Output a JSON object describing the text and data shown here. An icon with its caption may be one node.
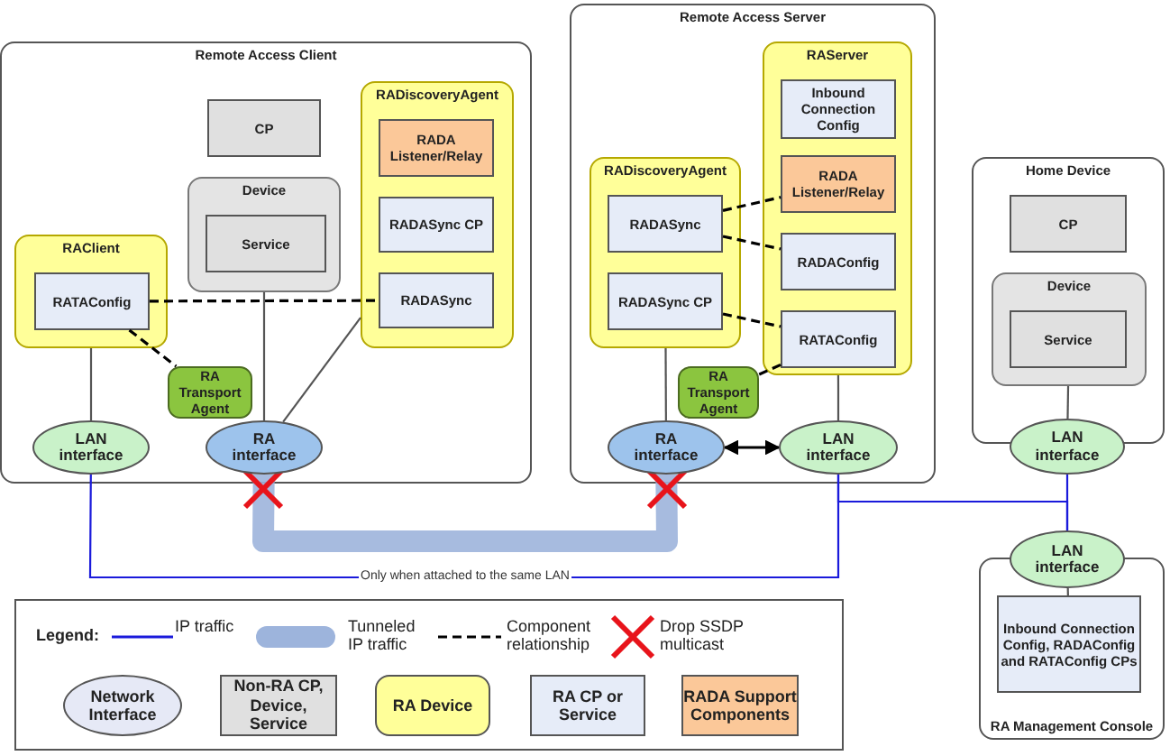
{
  "diagram": {
    "nodes": [
      {
        "text": [
          "Remote Access Client"
        ]
      },
      {
        "text": [
          "CP"
        ],
        "in": 0
      },
      {
        "text": [
          "Device"
        ],
        "in": 0
      },
      {
        "text": [
          "Service"
        ],
        "in": 2
      },
      {
        "text": [
          "RADiscoveryAgent"
        ],
        "in": 0
      },
      {
        "text": [
          "RADA Listener/Relay"
        ],
        "in": 4
      },
      {
        "text": [
          "RADASync CP"
        ],
        "in": 4
      },
      {
        "text": [
          "RADASync"
        ],
        "in": 4
      },
      {
        "text": [
          "RAClient"
        ],
        "in": 0
      },
      {
        "text": [
          "RATAConfig"
        ],
        "in": 8
      },
      {
        "text": [
          "RA Transport Agent"
        ],
        "in": 0
      },
      {
        "text": [
          "LAN interface"
        ],
        "in": 0
      },
      {
        "text": [
          "RA interface"
        ],
        "in": 0
      },
      {
        "text": [
          "Remote Access Server"
        ]
      },
      {
        "text": [
          "RAServer"
        ],
        "in": 13
      },
      {
        "text": [
          "Inbound Connection Config"
        ],
        "in": 14
      },
      {
        "text": [
          "RADA Listener/Relay"
        ],
        "in": 14
      },
      {
        "text": [
          "RADAConfig"
        ],
        "in": 14
      },
      {
        "text": [
          "RATAConfig"
        ],
        "in": 14
      },
      {
        "text": [
          "RADiscoveryAgent"
        ],
        "in": 13
      },
      {
        "text": [
          "RADASync"
        ],
        "in": 19
      },
      {
        "text": [
          "RADASync CP"
        ],
        "in": 19
      },
      {
        "text": [
          "RA Transport Agent"
        ],
        "in": 13
      },
      {
        "text": [
          "RA interface"
        ],
        "in": 13
      },
      {
        "text": [
          "LAN interface"
        ],
        "in": 13
      },
      {
        "text": [
          "Home Device"
        ]
      },
      {
        "text": [
          "CP"
        ],
        "in": 25
      },
      {
        "text": [
          "Device"
        ],
        "in": 25
      },
      {
        "text": [
          "Service"
        ],
        "in": 27
      },
      {
        "text": [
          "LAN interface"
        ]
      },
      {
        "text": [
          "LAN interface"
        ]
      },
      {
        "text": [
          "RA Management Console"
        ]
      },
      {
        "text": [
          "Inbound Connection Config, RADAConfig and RATAConfig CPs"
        ],
        "in": 31
      }
    ],
    "edges": [
      {
        "from": 8,
        "to": 11,
        "arrow": "none"
      },
      {
        "from": 9,
        "to": 7,
        "arrow": "none",
        "style": "dashed",
        "color": "#000000"
      },
      {
        "from": 9,
        "to": 10,
        "arrow": "none",
        "style": "dashed",
        "color": "#000000"
      },
      {
        "from": 2,
        "to": 12,
        "arrow": "none"
      },
      {
        "from": 4,
        "to": 12,
        "arrow": "none"
      },
      {
        "from": 20,
        "to": 16,
        "arrow": "none",
        "style": "dashed",
        "color": "#000000"
      },
      {
        "from": 20,
        "to": 17,
        "arrow": "none",
        "style": "dashed",
        "color": "#000000"
      },
      {
        "from": 21,
        "to": 18,
        "arrow": "none",
        "style": "dashed",
        "color": "#000000"
      },
      {
        "from": 18,
        "to": 22,
        "arrow": "none",
        "style": "dashed",
        "color": "#000000"
      },
      {
        "from": 19,
        "to": 23,
        "arrow": "none"
      },
      {
        "from": 14,
        "to": 24,
        "arrow": "none"
      },
      {
        "from": 23,
        "to": 24,
        "arrow": "both",
        "color": "#000000"
      },
      {
        "from": 27,
        "to": 29,
        "arrow": "none"
      },
      {
        "from": 30,
        "to": 32,
        "arrow": "none"
      },
      {
        "from": 11,
        "to": 24,
        "arrow": "none",
        "label": "Only when attached to the same LAN",
        "color": "#1a1adb"
      },
      {
        "from": 24,
        "to": 30,
        "arrow": "none",
        "color": "#1a1adb"
      },
      {
        "from": 29,
        "to": 30,
        "arrow": "none",
        "color": "#1a1adb"
      },
      {
        "from": 12,
        "to": 23,
        "arrow": "none",
        "style": "thick",
        "color": "#9db4dc"
      }
    ],
    "labels": [
      "Legend:"
    ],
    "legend": [
      {
        "text": "IP traffic"
      },
      {
        "text": "Tunneled IP traffic"
      },
      {
        "text": "Component relationship"
      },
      {
        "text": "Drop SSDP multicast"
      },
      {
        "text": "Network Interface",
        "color": "#e6e9f6"
      },
      {
        "text": "Non-RA CP, Device, Service",
        "color": "#e0e0e0"
      },
      {
        "text": "RA Device",
        "color": "#ffff99"
      },
      {
        "text": "RA CP or Service",
        "color": "#e6ecf8"
      },
      {
        "text": "RADA Support Components",
        "color": "#fbc899"
      }
    ]
  }
}
